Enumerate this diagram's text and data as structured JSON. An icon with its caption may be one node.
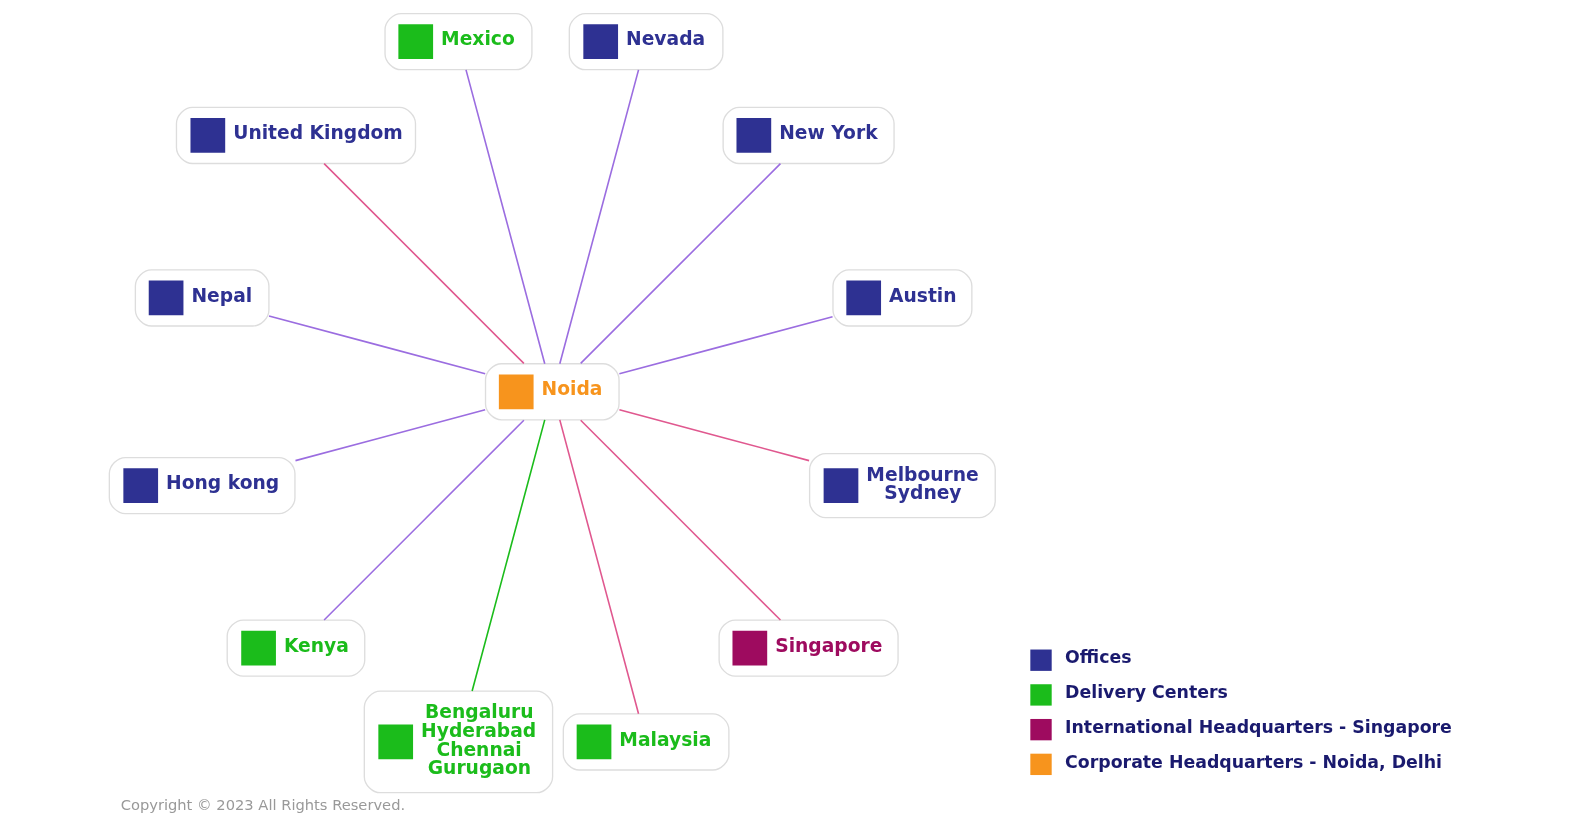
{
  "diagram": {
    "caption": "Copyright © 2023 All Rights Reserved.",
    "nodes": [
      {
        "text": [
          "Austin"
        ]
      },
      {
        "text": [
          "New York"
        ]
      },
      {
        "text": [
          "Nevada"
        ]
      },
      {
        "text": [
          "Mexico"
        ]
      },
      {
        "text": [
          "United Kingdom"
        ]
      },
      {
        "text": [
          "Noida"
        ]
      },
      {
        "text": [
          "Nepal"
        ]
      },
      {
        "text": [
          "Hong kong"
        ]
      },
      {
        "text": [
          "Kenya"
        ]
      },
      {
        "text": [
          "Bengaluru",
          "Hyderabad",
          "Chennai",
          "Gurugaon"
        ]
      },
      {
        "text": [
          "Malaysia"
        ]
      },
      {
        "text": [
          "Singapore"
        ]
      },
      {
        "text": [
          "Melbourne",
          "Sydney"
        ]
      }
    ],
    "edges": [
      {
        "from": 5,
        "to": 0,
        "arrow": "none"
      },
      {
        "from": 5,
        "to": 1,
        "arrow": "none"
      },
      {
        "from": 5,
        "to": 2,
        "arrow": "none"
      },
      {
        "from": 5,
        "to": 3,
        "arrow": "none"
      },
      {
        "from": 5,
        "to": 4,
        "arrow": "none",
        "color": "#e0588f"
      },
      {
        "from": 5,
        "to": 8,
        "arrow": "none"
      },
      {
        "from": 5,
        "to": 6,
        "arrow": "none"
      },
      {
        "from": 5,
        "to": 7,
        "arrow": "none"
      },
      {
        "from": 5,
        "to": 9,
        "arrow": "none",
        "color": "#1bbc1b"
      },
      {
        "from": 5,
        "to": 10,
        "arrow": "none",
        "color": "#e0588f"
      },
      {
        "from": 5,
        "to": 11,
        "arrow": "none",
        "color": "#e0588f"
      },
      {
        "from": 5,
        "to": 12,
        "arrow": "none",
        "color": "#e0588f"
      }
    ],
    "legend": [
      {
        "text": "Offices",
        "color": "#2e3192"
      },
      {
        "text": "Delivery Centers",
        "color": "#1bbc1b"
      },
      {
        "text": "International Headquarters - Singapore",
        "color": "#9e0b5f"
      },
      {
        "text": "Corporate Headquarters - Noida, Delhi",
        "color": "#f7941d"
      }
    ]
  }
}
